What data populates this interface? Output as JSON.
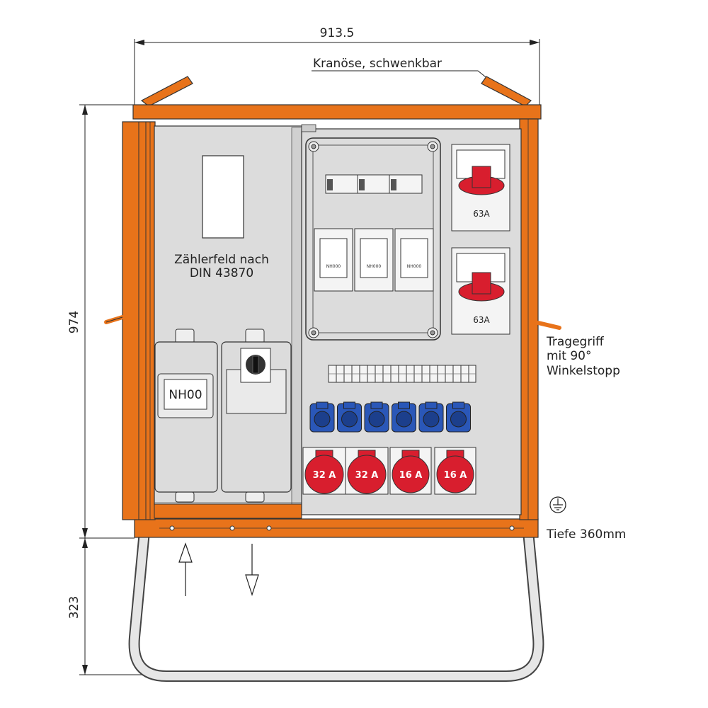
{
  "dimensions": {
    "width": "913.5",
    "height_cabinet": "974",
    "height_stand": "323"
  },
  "callouts": {
    "crane_eye": "Kranöse, schwenkbar",
    "handle_line1": "Tragegriff",
    "handle_line2": "mit 90°",
    "handle_line3": "Winkelstopp",
    "depth": "Tiefe 360mm"
  },
  "meter_field": {
    "line1": "Zählerfeld nach",
    "line2": "DIN 43870"
  },
  "fuse_box_label": "NH00",
  "nh_fuse_labels": [
    "NH000",
    "NH000",
    "NH000"
  ],
  "cee_63a_labels": [
    "63A",
    "63A"
  ],
  "cee_sockets": [
    "32 A",
    "32 A",
    "16 A",
    "16 A"
  ],
  "schuko_count": 6,
  "colors": {
    "frame_orange": "#e8731a",
    "panel_gray": "#dcdcdc",
    "cee_red": "#d81e2e",
    "schuko_blue": "#2a57b8"
  },
  "icons": [
    "ground-icon",
    "arrow-up-icon",
    "arrow-down-icon"
  ]
}
